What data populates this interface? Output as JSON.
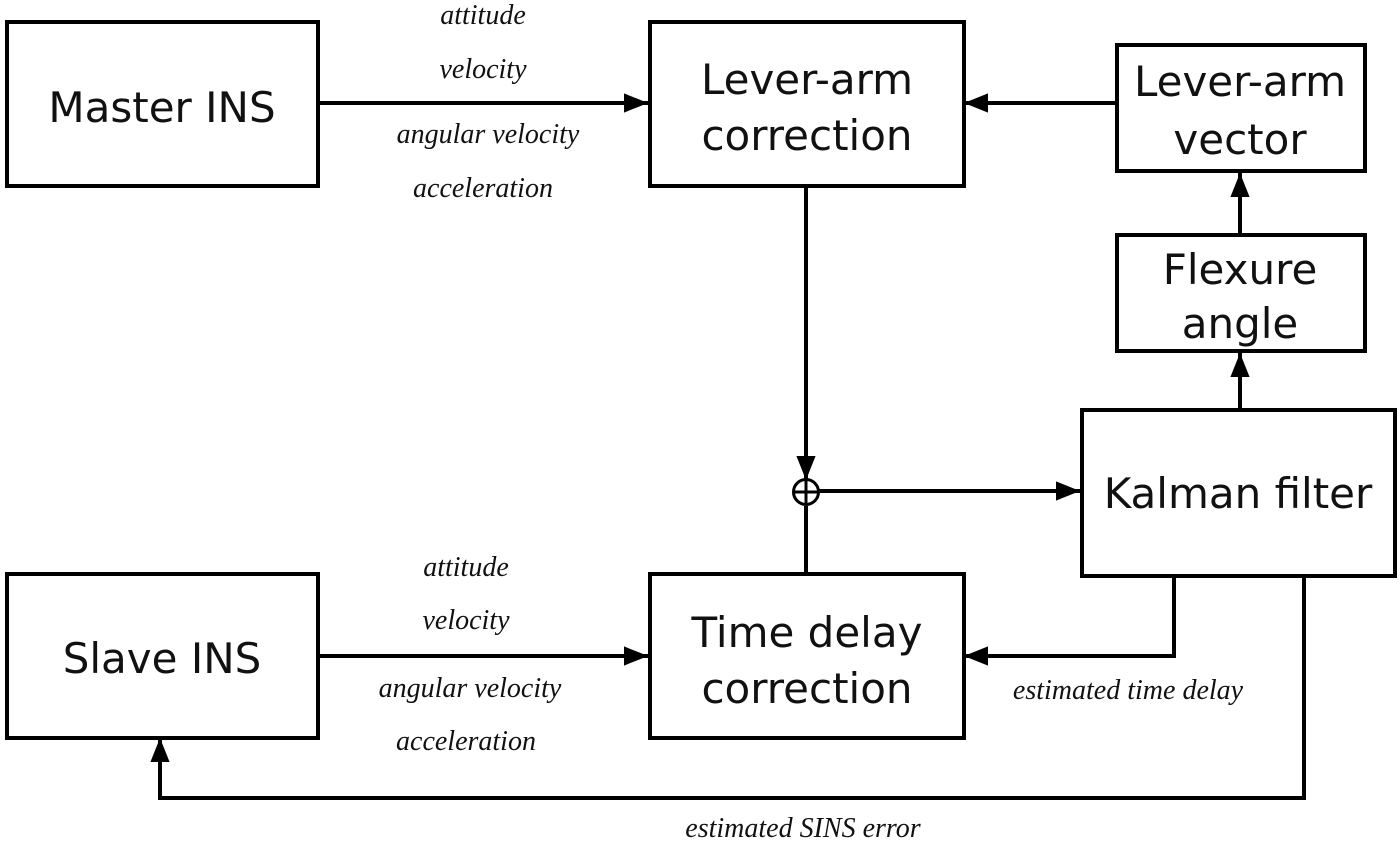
{
  "blocks": {
    "master_ins": {
      "lines": [
        "Master INS"
      ]
    },
    "slave_ins": {
      "lines": [
        "Slave INS"
      ]
    },
    "lever_arm_correction": {
      "lines": [
        "Lever-arm",
        "correction"
      ]
    },
    "lever_arm_vector": {
      "lines": [
        "Lever-arm",
        "vector"
      ]
    },
    "flexure_angle": {
      "lines": [
        "Flexure",
        "angle"
      ]
    },
    "kalman_filter": {
      "lines": [
        "Kalman filter"
      ]
    },
    "time_delay_correction": {
      "lines": [
        "Time delay",
        "correction"
      ]
    }
  },
  "signals": {
    "master_top": [
      "attitude",
      "velocity"
    ],
    "master_bottom": [
      "angular velocity",
      "acceleration"
    ],
    "slave_top": [
      "attitude",
      "velocity"
    ],
    "slave_bottom": [
      "angular velocity",
      "acceleration"
    ],
    "estimated_time_delay": "estimated time delay",
    "estimated_sins_error": "estimated SINS error"
  },
  "colors": {
    "stroke": "#000000",
    "text": "#111111",
    "background": "#ffffff"
  }
}
